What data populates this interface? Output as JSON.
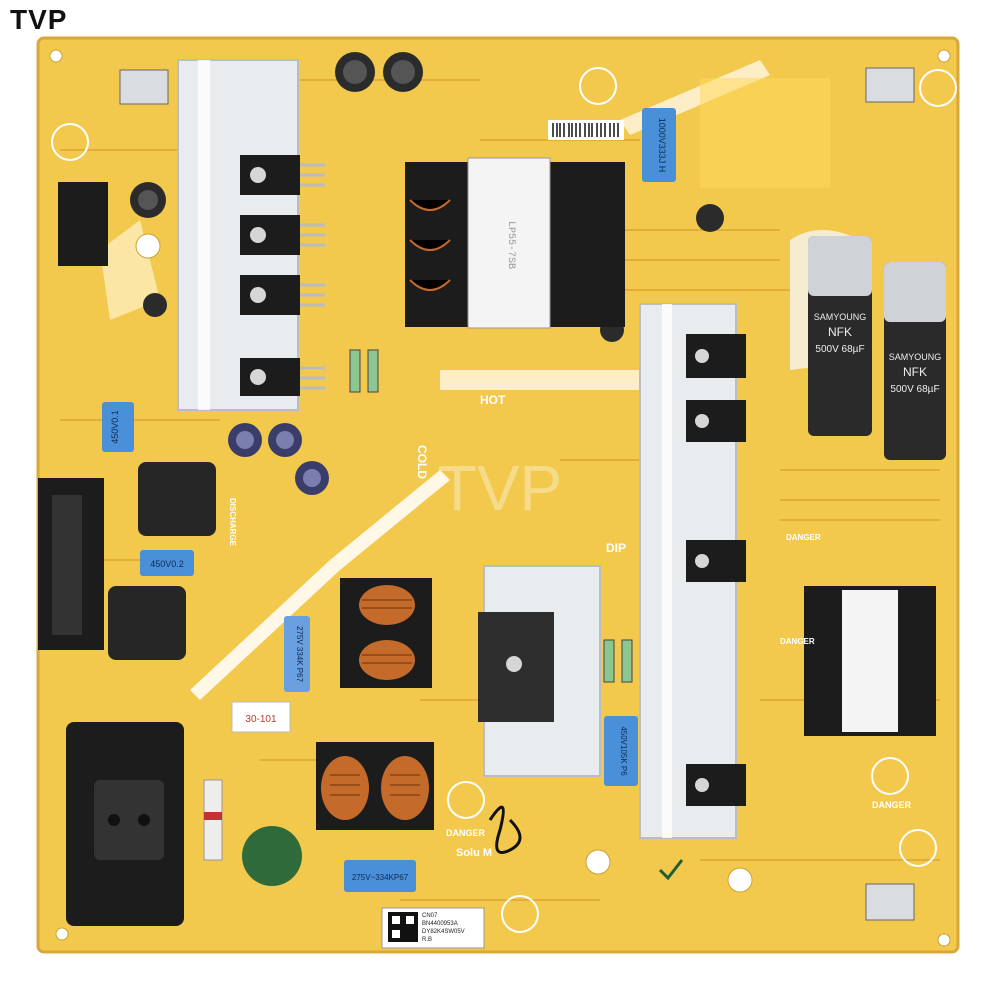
{
  "watermark_corner": "TVP",
  "watermark_center": "TVP",
  "board": {
    "colors": {
      "pcb": "#f2c94c",
      "pcb_dark": "#e4b53a",
      "silk": "#ffffff",
      "heatsink": "#e9ecef",
      "component_black": "#1c1c1c",
      "cap_blue": "#4a90d9",
      "copper": "#c46a2a"
    },
    "labels": {
      "hot": "HOT",
      "cold": "COLD",
      "dip": "DIP",
      "danger": "DANGER",
      "danger_2": "DANGER",
      "danger_3": "DANGER",
      "danger_4": "DANGER",
      "cap_left_1": "450V0.1",
      "cap_left_2": "450V0.2",
      "film_cap_1": "275V 334K P67",
      "film_cap_2": "275V~334KP67",
      "film_cap_top": "1000V333J H",
      "film_cap_right": "450V105K P6",
      "bulk_cap_1_brand": "SAMYOUNG",
      "bulk_cap_1_series": "NFK",
      "bulk_cap_1_rating": "500V 68µF",
      "bulk_cap_2_brand": "SAMYOUNG",
      "bulk_cap_2_series": "NFK",
      "bulk_cap_2_rating": "500V 68µF",
      "discharge": "DISCHARGE",
      "sticker_line1": "CN07",
      "sticker_line2": "BN4400953A",
      "sticker_line3": "DY82K4SW05V",
      "sticker_line4": "R.B",
      "handwritten_label": "30-101",
      "solum": "Solu M"
    }
  }
}
